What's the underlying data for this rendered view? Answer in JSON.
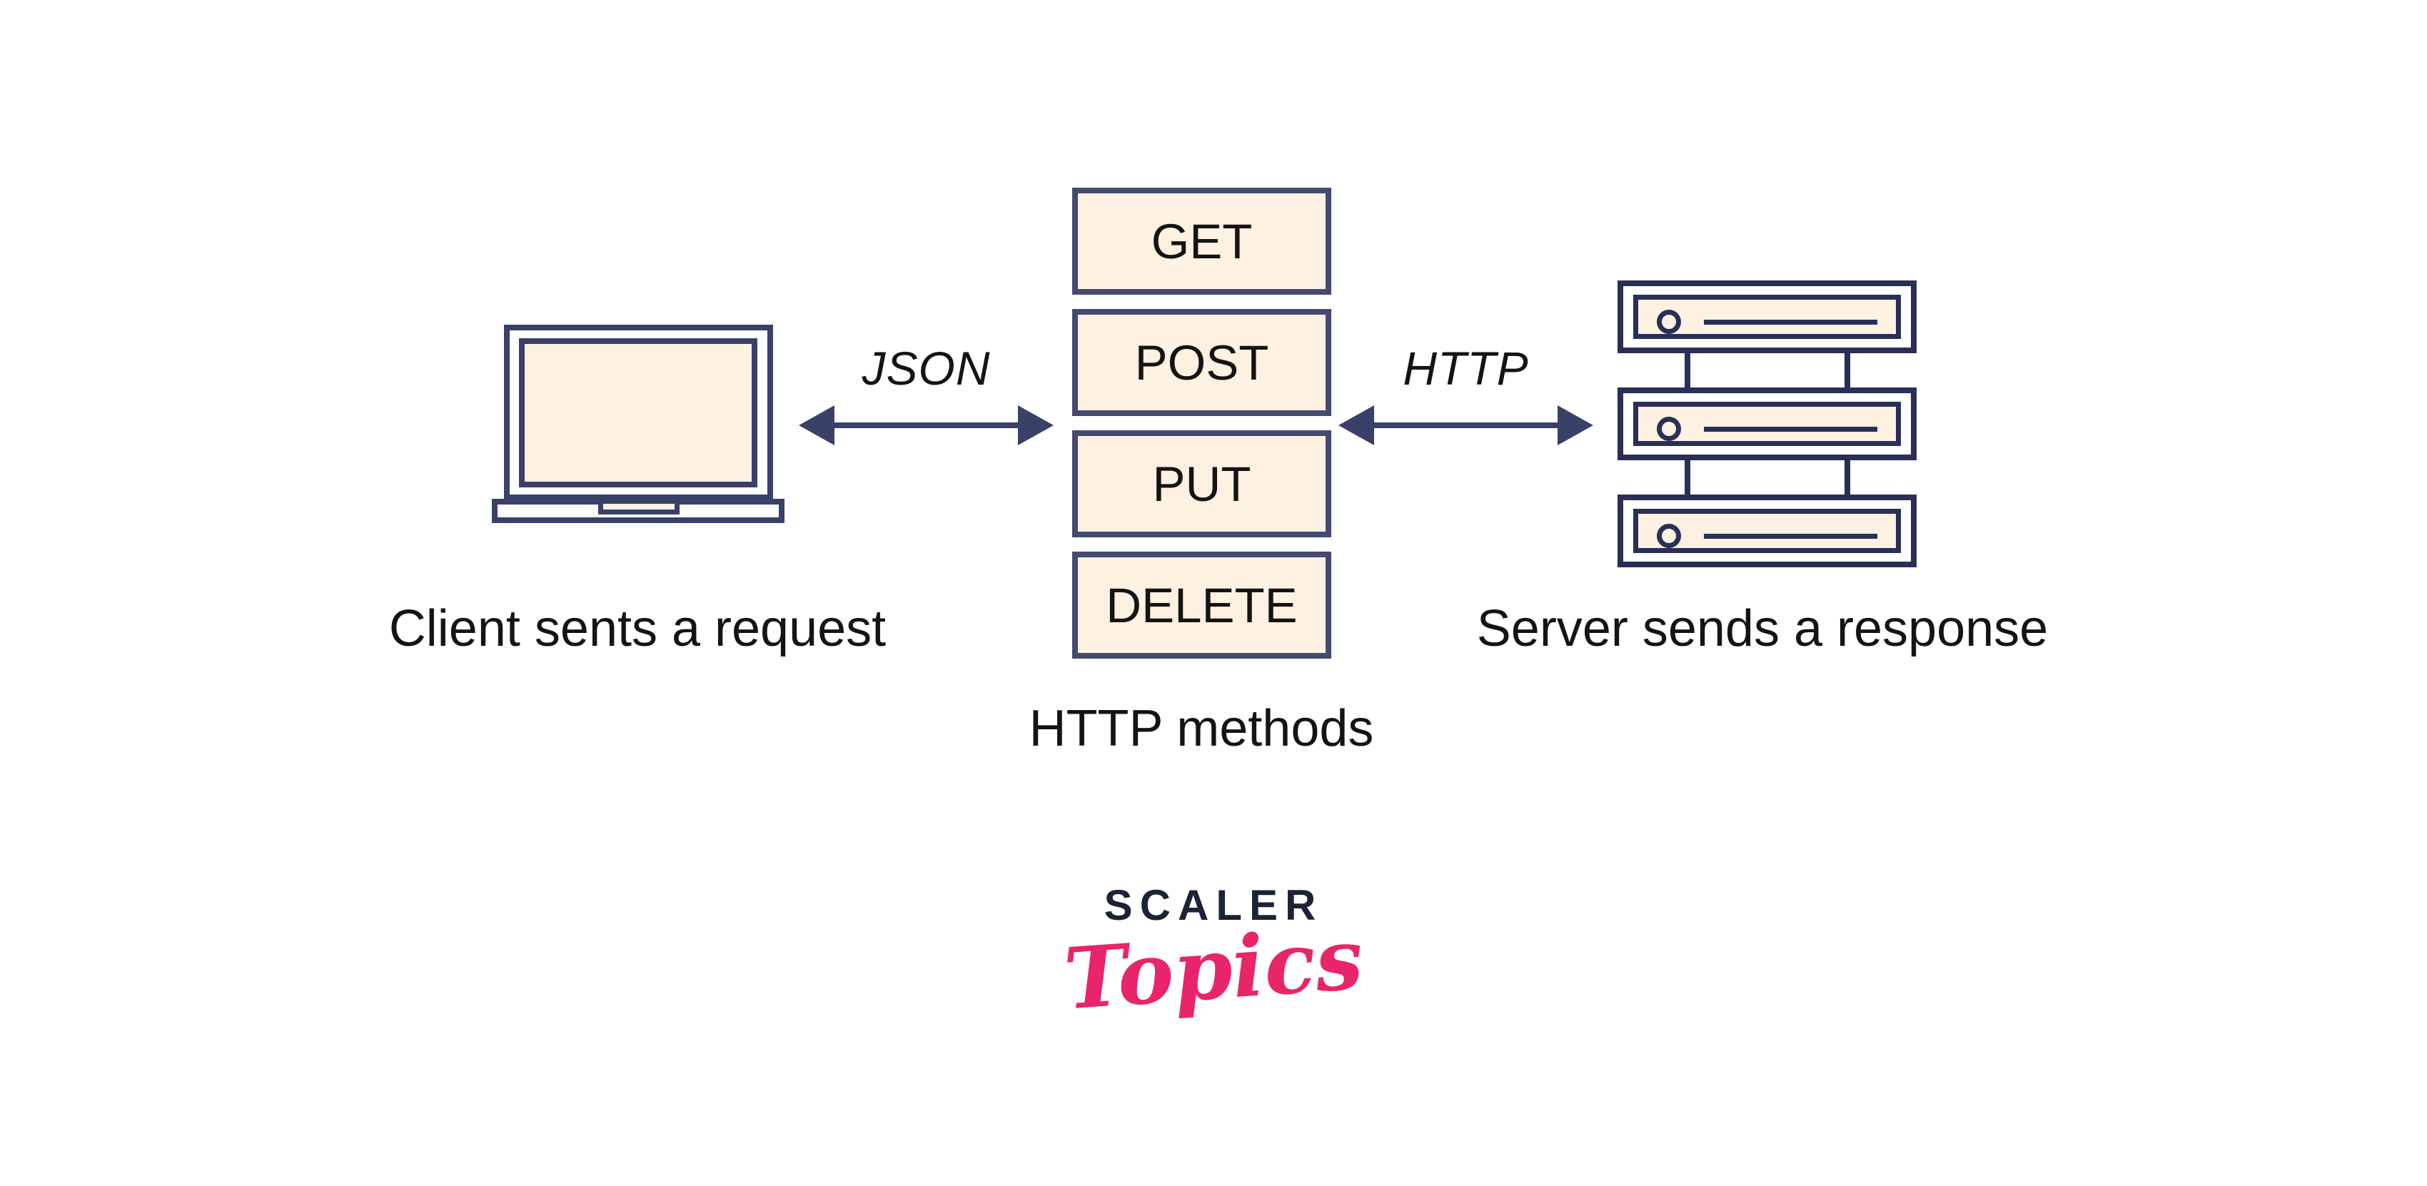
{
  "diagram": {
    "client": {
      "label": "Client sents a request"
    },
    "methods": {
      "items": [
        "GET",
        "POST",
        "PUT",
        "DELETE"
      ],
      "caption": "HTTP methods"
    },
    "server": {
      "label": "Server sends a response"
    },
    "arrows": {
      "json_label": "JSON",
      "http_label": "HTTP"
    }
  },
  "logo": {
    "brand": "SCALER",
    "sub": "Topics"
  },
  "colors": {
    "background": "#ffffff",
    "stroke_navy": "#39406a",
    "box_border_navy": "#454a71",
    "server_navy": "#283057",
    "arrow_navy": "#3a4168",
    "fill_cream": "#fdf1e2",
    "text_black": "#141414",
    "logo_dark_navy": "#1b2435",
    "logo_pink": "#e8256a"
  }
}
